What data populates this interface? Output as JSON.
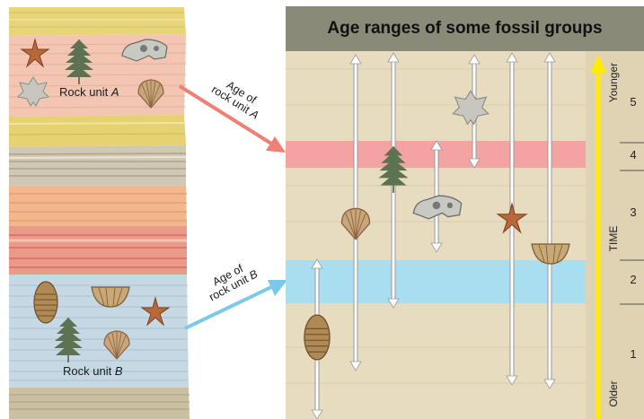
{
  "title": "Age ranges of some fossil groups",
  "rock_unit_a": {
    "prefix": "Rock unit ",
    "letter": "A"
  },
  "rock_unit_b": {
    "prefix": "Rock unit ",
    "letter": "B"
  },
  "arrow_a": {
    "line1": "Age of",
    "line2_prefix": "rock unit ",
    "letter": "A"
  },
  "arrow_b": {
    "line1": "Age of",
    "line2_prefix": "rock unit ",
    "letter": "B"
  },
  "time_axis": {
    "label": "TIME",
    "younger": "Younger",
    "older": "Older"
  },
  "zones": [
    "5",
    "4",
    "3",
    "2",
    "1"
  ],
  "colors": {
    "chart_bg": "#e8dcc0",
    "title_bar": "#8a8a78",
    "band_a": "#f4a3a3",
    "band_b": "#a8def0",
    "arrow_a": "#f07f75",
    "arrow_b": "#7ac9e8",
    "time_arrow": "#ffec00"
  },
  "fossils": [
    "starfish-icon",
    "fern-icon",
    "skull-icon",
    "leaf-icon",
    "scallop-icon",
    "trilobite-icon",
    "brachiopod-icon"
  ]
}
